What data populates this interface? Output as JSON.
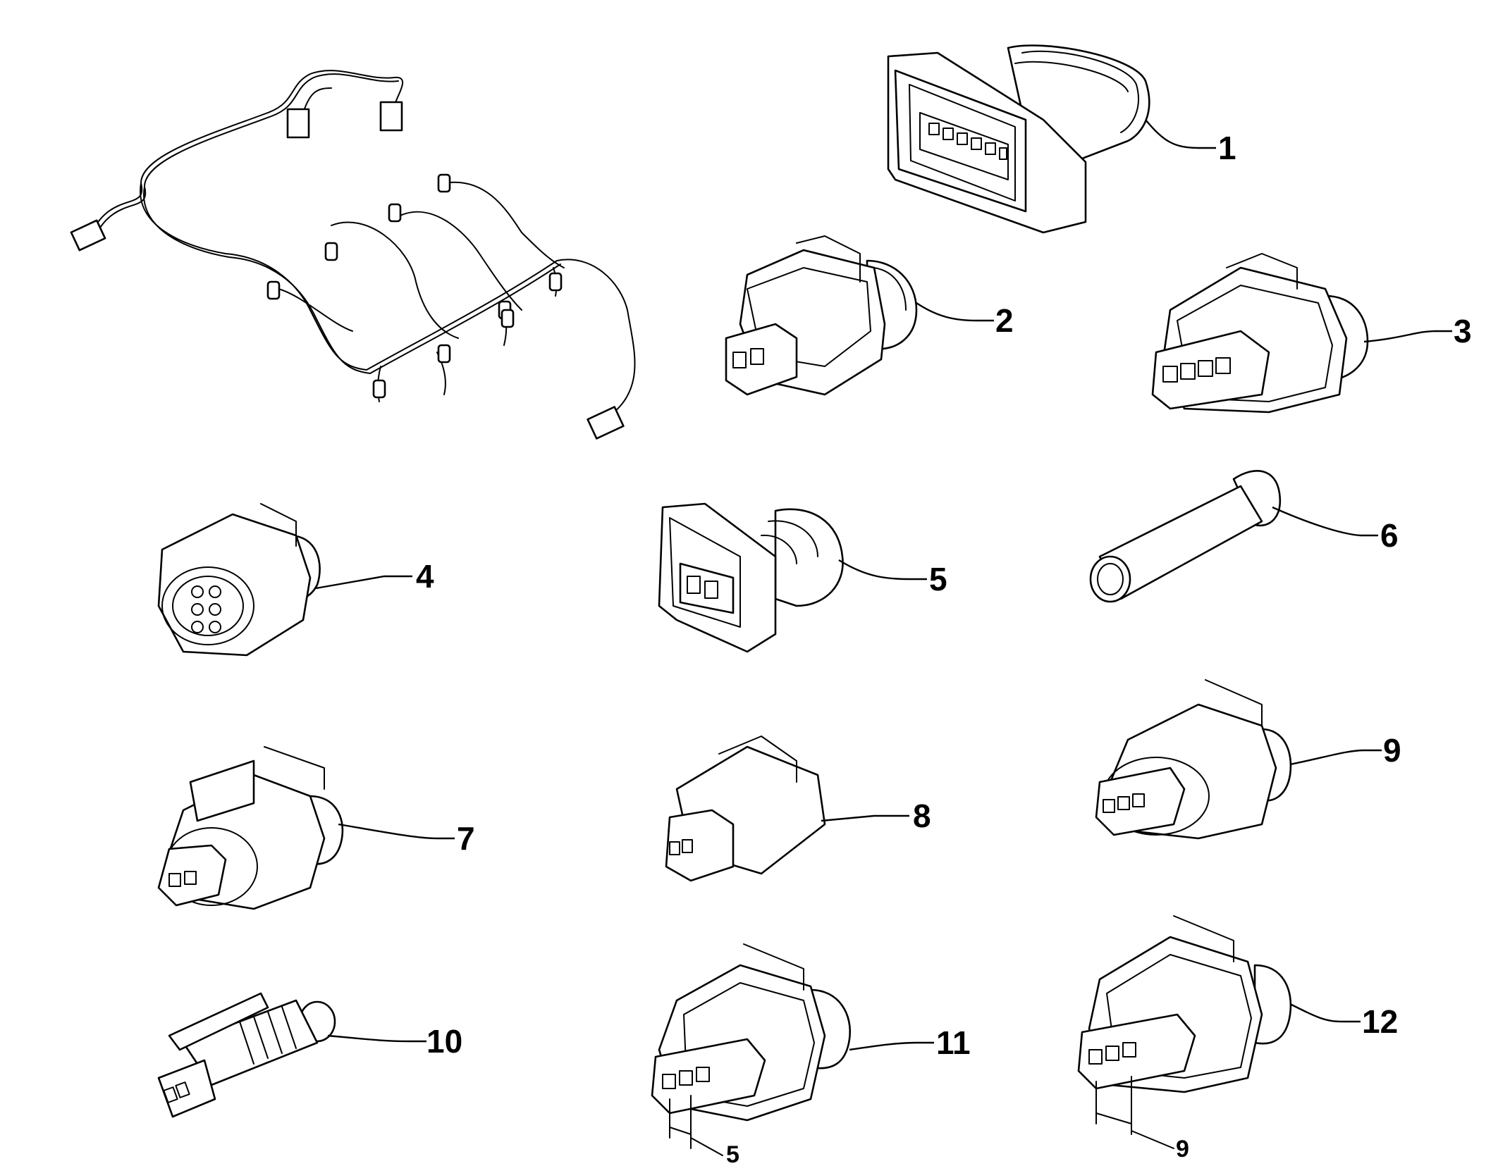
{
  "diagram": {
    "callouts": [
      {
        "id": "1",
        "label": "1"
      },
      {
        "id": "2",
        "label": "2"
      },
      {
        "id": "3",
        "label": "3"
      },
      {
        "id": "4",
        "label": "4"
      },
      {
        "id": "5",
        "label": "5"
      },
      {
        "id": "6",
        "label": "6"
      },
      {
        "id": "7",
        "label": "7"
      },
      {
        "id": "8",
        "label": "8"
      },
      {
        "id": "9",
        "label": "9"
      },
      {
        "id": "10",
        "label": "10"
      },
      {
        "id": "11",
        "label": "11"
      },
      {
        "id": "12",
        "label": "12"
      }
    ],
    "dimensions": [
      {
        "id": "pitch-11",
        "label": "5"
      },
      {
        "id": "pitch-12",
        "label": "9"
      }
    ],
    "colors": {
      "line": "#000000",
      "background": "#ffffff"
    }
  }
}
